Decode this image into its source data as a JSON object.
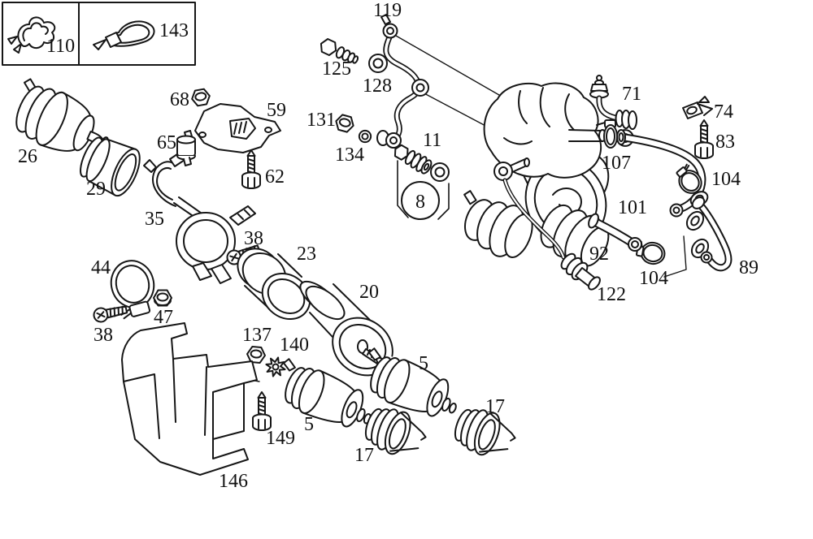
{
  "diagram": {
    "type": "exploded-parts-diagram",
    "subject": "fuel pump, filter, hoses and mounting hardware",
    "background_color": "#ffffff",
    "line_color": "#161616",
    "label_color": "#111111"
  },
  "legend": {
    "boxed_items": [
      "110",
      "143"
    ]
  },
  "callouts": {
    "c110": "110",
    "c143": "143",
    "c26": "26",
    "c29": "29",
    "c35": "35",
    "c68": "68",
    "c65": "65",
    "c59": "59",
    "c62": "62",
    "c125": "125",
    "c128": "128",
    "c119": "119",
    "c131": "131",
    "c134": "134",
    "c11": "11",
    "c8": "8",
    "c71": "71",
    "c74": "74",
    "c83": "83",
    "c104a": "104",
    "c107": "107",
    "c101": "101",
    "c92": "92",
    "c104b": "104",
    "c122": "122",
    "c89": "89",
    "c44": "44",
    "c38a": "38",
    "c38b": "38",
    "c47": "47",
    "c23": "23",
    "c20": "20",
    "c137": "137",
    "c140": "140",
    "c5a": "5",
    "c5b": "5",
    "c17a": "17",
    "c17b": "17",
    "c149": "149",
    "c146": "146"
  }
}
